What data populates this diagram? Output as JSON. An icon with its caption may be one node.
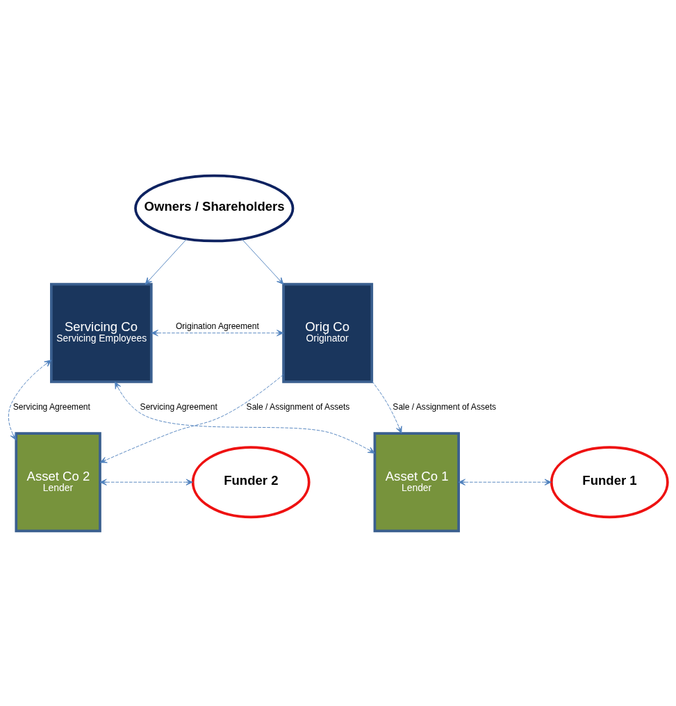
{
  "diagram": {
    "nodes": [
      {
        "text": [
          "Owners / Shareholders"
        ]
      },
      {
        "text": [
          "Servicing Co",
          "Servicing Employees"
        ]
      },
      {
        "text": [
          "Orig Co",
          "Originator"
        ]
      },
      {
        "text": [
          "Asset Co 1",
          "Lender"
        ]
      },
      {
        "text": [
          "Funder 1"
        ]
      },
      {
        "text": [
          "Asset Co 2",
          "Lender"
        ]
      },
      {
        "text": [
          "Funder 2"
        ]
      }
    ],
    "edges": [
      {
        "from": 0,
        "to": 1,
        "arrow": "to"
      },
      {
        "from": 0,
        "to": 2,
        "arrow": "to"
      },
      {
        "from": 1,
        "to": 2,
        "arrow": "both",
        "style": "dashed",
        "label": "Origination Agreement"
      },
      {
        "from": 2,
        "to": 5,
        "arrow": "to",
        "style": "dashed",
        "label": "Sale / Assignment of Assets"
      },
      {
        "from": 2,
        "to": 3,
        "arrow": "to",
        "style": "dashed",
        "label": "Sale / Assignment of Assets"
      },
      {
        "from": 1,
        "to": 3,
        "arrow": "both",
        "style": "dashed",
        "label": "Servicing Agreement"
      },
      {
        "from": 1,
        "to": 5,
        "arrow": "both",
        "style": "dashed",
        "label": "Servicing Agreement"
      },
      {
        "from": 3,
        "to": 4,
        "arrow": "both",
        "style": "dashed"
      },
      {
        "from": 5,
        "to": 6,
        "arrow": "both",
        "style": "dashed"
      }
    ]
  }
}
